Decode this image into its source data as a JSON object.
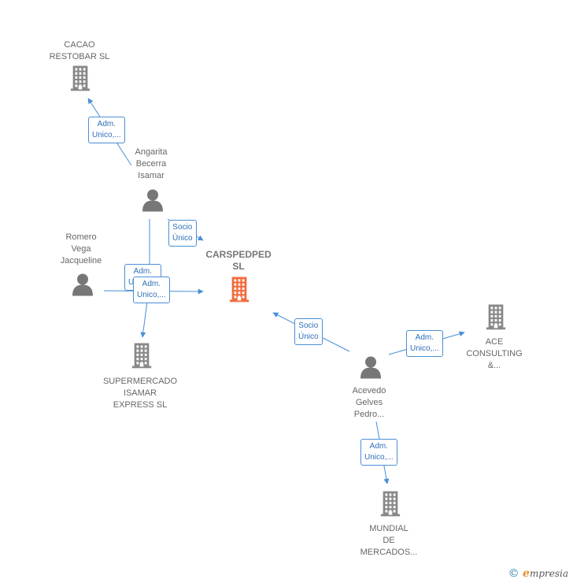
{
  "nodes": [
    {
      "id": "cacao",
      "type": "company",
      "label_lines": [
        "CACAO",
        "RESTOBAR  SL"
      ]
    },
    {
      "id": "angarita",
      "type": "person",
      "label_lines": [
        "Angarita",
        "Becerra",
        "Isamar"
      ]
    },
    {
      "id": "romero",
      "type": "person",
      "label_lines": [
        "Romero",
        "Vega",
        "Jacqueline"
      ]
    },
    {
      "id": "carspedped",
      "type": "company-main",
      "label_lines": [
        "CARSPEDPED",
        "SL"
      ]
    },
    {
      "id": "supermercado",
      "type": "company",
      "label_lines": [
        "SUPERMERCADO",
        "ISAMAR",
        "EXPRESS  SL"
      ]
    },
    {
      "id": "acevedo",
      "type": "person",
      "label_lines": [
        "Acevedo",
        "Gelves",
        "Pedro..."
      ]
    },
    {
      "id": "ace",
      "type": "company",
      "label_lines": [
        "ACE",
        "CONSULTING",
        "&..."
      ]
    },
    {
      "id": "mundial",
      "type": "company",
      "label_lines": [
        "MUNDIAL",
        "DE",
        "MERCADOS..."
      ]
    }
  ],
  "edges": [
    {
      "id": "e1",
      "from": "angarita",
      "to": "cacao",
      "label_lines": [
        "Adm.",
        "Unico,..."
      ]
    },
    {
      "id": "e2",
      "from": "angarita",
      "to": "carspedped",
      "label_lines": [
        "Socio",
        "Único"
      ]
    },
    {
      "id": "e3",
      "from": "angarita",
      "to": "supermercado",
      "label_lines": [
        "Adm.",
        "Unico,..."
      ]
    },
    {
      "id": "e4",
      "from": "romero",
      "to": "carspedped",
      "label_lines": [
        "Adm.",
        "Unico,..."
      ]
    },
    {
      "id": "e5",
      "from": "acevedo",
      "to": "carspedped",
      "label_lines": [
        "Socio",
        "Único"
      ]
    },
    {
      "id": "e6",
      "from": "acevedo",
      "to": "ace",
      "label_lines": [
        "Adm.",
        "Unico,..."
      ]
    },
    {
      "id": "e7",
      "from": "acevedo",
      "to": "mundial",
      "label_lines": [
        "Adm.",
        "Unico,..."
      ]
    }
  ],
  "colors": {
    "company": "#888888",
    "company_main": "#f26a3b",
    "person": "#777777",
    "edge": "#4a8fd6"
  },
  "footer": {
    "copyright": "©",
    "brand_initial": "e",
    "brand_rest": "mpresia"
  }
}
